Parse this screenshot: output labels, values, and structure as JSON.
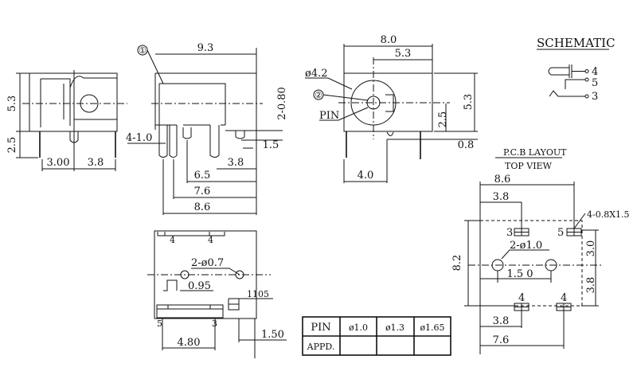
{
  "side_view": {
    "height": "5.3",
    "pin_len": "2.5",
    "offset_a": "3.00",
    "offset_b": "3.8"
  },
  "front_view": {
    "callout": "①",
    "length": "9.3",
    "pin_width": "2-0.80",
    "pin_thk": "4-1.0",
    "d1": "1.5",
    "d2": "3.8",
    "d3": "6.5",
    "d4": "7.6",
    "d5": "8.6"
  },
  "end_view": {
    "width": "8.0",
    "center": "5.3",
    "dia": "ø4.2",
    "callout": "②",
    "pin_label": "PIN",
    "center_h": "2.5",
    "height": "5.3",
    "pin_off": "0.8",
    "pin_pos": "4.0"
  },
  "bottom_view": {
    "pin_top_a": "4",
    "pin_top_b": "4",
    "holes": "2-ø0.7",
    "d1": "0.95",
    "d2": "1105",
    "pin_bot_a": "5",
    "pin_bot_b": "3",
    "d3": "1.50",
    "d4": "4.80"
  },
  "schematic": {
    "title": "SCHEMATIC",
    "pins": [
      "4",
      "5",
      "3"
    ]
  },
  "pcb_layout": {
    "title": "P.C.B LAYOUT",
    "subtitle": "TOP VIEW",
    "width": "8.6",
    "d1": "3.8",
    "pads": "4-0.8X1.5",
    "height": "8.2",
    "holes": "2-ø1.0",
    "hole_spacing": "1.5 0",
    "v1": "3.0",
    "v2": "3.8",
    "d2": "3.8",
    "d3": "7.6",
    "pad_labels": [
      "3",
      "5",
      "4",
      "4"
    ]
  },
  "table": {
    "headers": [
      "PIN",
      "ø1.0",
      "ø1.3",
      "ø1.65"
    ],
    "row_label": "APPD.",
    "row_values": [
      "",
      "",
      ""
    ]
  }
}
